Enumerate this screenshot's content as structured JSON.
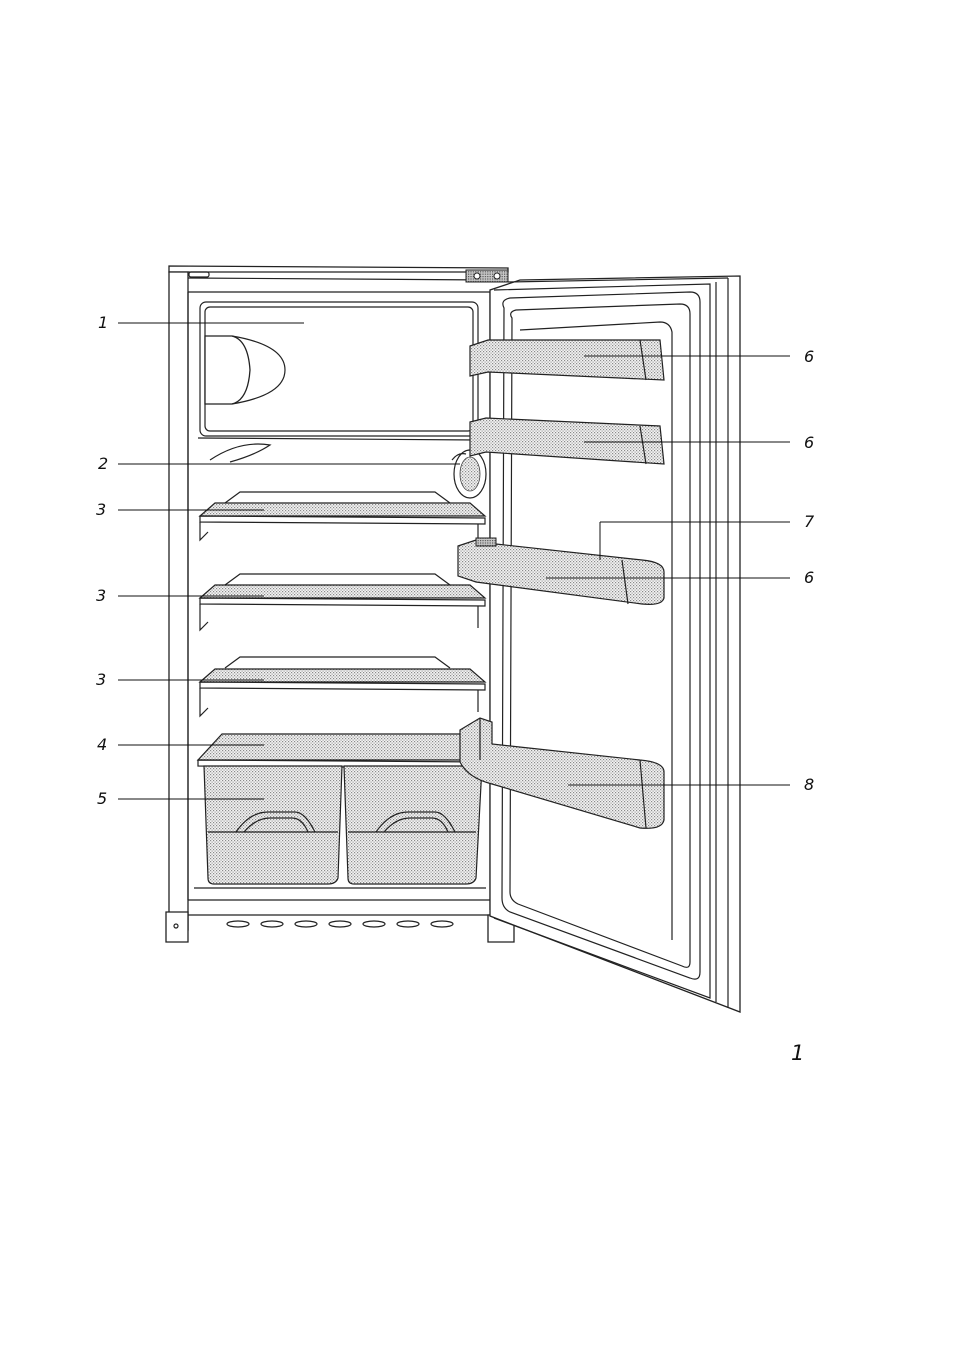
{
  "callouts": {
    "c1": "1",
    "c2": "2",
    "c3a": "3",
    "c3b": "3",
    "c3c": "3",
    "c4": "4",
    "c5": "5",
    "c6a": "6",
    "c6b": "6",
    "c6c": "6",
    "c7": "7",
    "c8": "8"
  },
  "page_number": "1"
}
